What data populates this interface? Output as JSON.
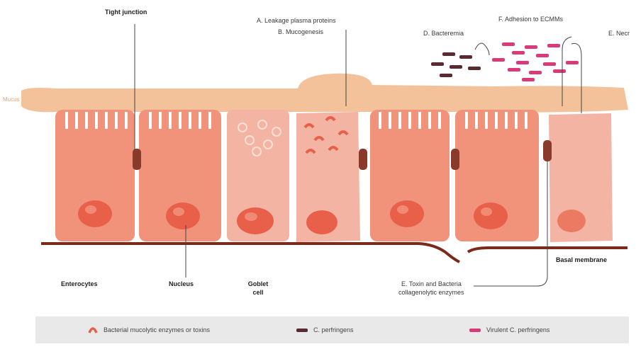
{
  "labels": {
    "tight_junction": "Tight junction",
    "leakage": "A. Leakage plasma proteins",
    "mucogenesis": "B. Mucogenesis",
    "bacteremia": "D. Bacteremia",
    "adhesion": "F. Adhesion to ECMMs",
    "necrosis": "E. Necr",
    "mucus": "Mucus",
    "enterocytes": "Enterocytes",
    "nucleus": "Nucleus",
    "goblet_line1": "Goblet",
    "goblet_line2": "cell",
    "basal_membrane": "Basal membrane",
    "toxin_line1": "E. Toxin and Bacteria",
    "toxin_line2": "collagenolytic enzymes"
  },
  "legend": [
    {
      "label": "Bacterial mucolytic enzymes or toxins",
      "marker": "arc",
      "color": "#e8604a"
    },
    {
      "label": "C. perfringens",
      "marker": "bar",
      "color": "#5a2a30"
    },
    {
      "label": "Virulent C. perfringens",
      "marker": "bar",
      "color": "#d93a7a"
    }
  ],
  "colors": {
    "mucus": "#f3c29a",
    "enterocyte": "#f1937a",
    "enterocyte_light": "#f4ad98",
    "goblet": "#f4b4a4",
    "nucleus": "#e8604a",
    "junction": "#8a3a2a",
    "membrane": "#7a2a1a",
    "bacteria_dark": "#5a2a30",
    "bacteria_virulent": "#d93a7a"
  }
}
